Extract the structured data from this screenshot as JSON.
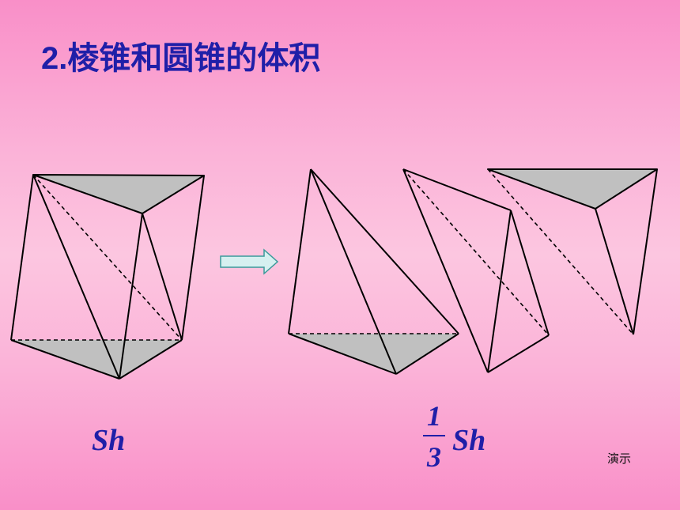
{
  "title": {
    "number": "2.",
    "text": "棱锥和圆锥的体积"
  },
  "formula_left": "Sh",
  "formula_right": {
    "numerator": "1",
    "denominator": "3",
    "tail": "Sh"
  },
  "demo_label": "演示",
  "colors": {
    "title": "#1f1fa8",
    "face_fill": "#c0c0c0",
    "stroke": "#000000",
    "arrow_fill": "#d6f0f0",
    "arrow_stroke": "#3a9a9a"
  }
}
